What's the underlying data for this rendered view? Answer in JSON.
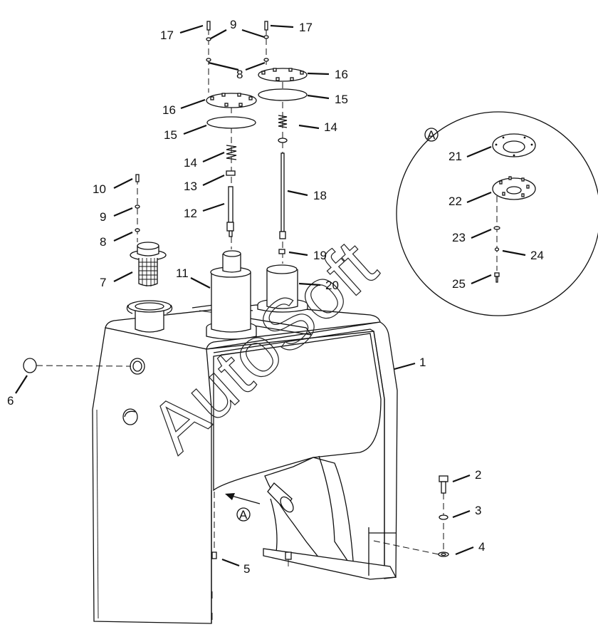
{
  "watermark": "AutoSoft",
  "detail_marker": "A",
  "callouts": [
    {
      "id": "c1",
      "label": "1"
    },
    {
      "id": "c2",
      "label": "2"
    },
    {
      "id": "c3",
      "label": "3"
    },
    {
      "id": "c4",
      "label": "4"
    },
    {
      "id": "c5",
      "label": "5"
    },
    {
      "id": "c6",
      "label": "6"
    },
    {
      "id": "c7",
      "label": "7"
    },
    {
      "id": "c8a",
      "label": "8"
    },
    {
      "id": "c8b",
      "label": "8"
    },
    {
      "id": "c9a",
      "label": "9"
    },
    {
      "id": "c9b",
      "label": "9"
    },
    {
      "id": "c10",
      "label": "10"
    },
    {
      "id": "c11",
      "label": "11"
    },
    {
      "id": "c12",
      "label": "12"
    },
    {
      "id": "c13",
      "label": "13"
    },
    {
      "id": "c14a",
      "label": "14"
    },
    {
      "id": "c14b",
      "label": "14"
    },
    {
      "id": "c15a",
      "label": "15"
    },
    {
      "id": "c15b",
      "label": "15"
    },
    {
      "id": "c16a",
      "label": "16"
    },
    {
      "id": "c16b",
      "label": "16"
    },
    {
      "id": "c17a",
      "label": "17"
    },
    {
      "id": "c17b",
      "label": "17"
    },
    {
      "id": "c18",
      "label": "18"
    },
    {
      "id": "c19",
      "label": "19"
    },
    {
      "id": "c20",
      "label": "20"
    },
    {
      "id": "c21",
      "label": "21"
    },
    {
      "id": "c22",
      "label": "22"
    },
    {
      "id": "c23",
      "label": "23"
    },
    {
      "id": "c24",
      "label": "24"
    },
    {
      "id": "c25",
      "label": "25"
    }
  ]
}
